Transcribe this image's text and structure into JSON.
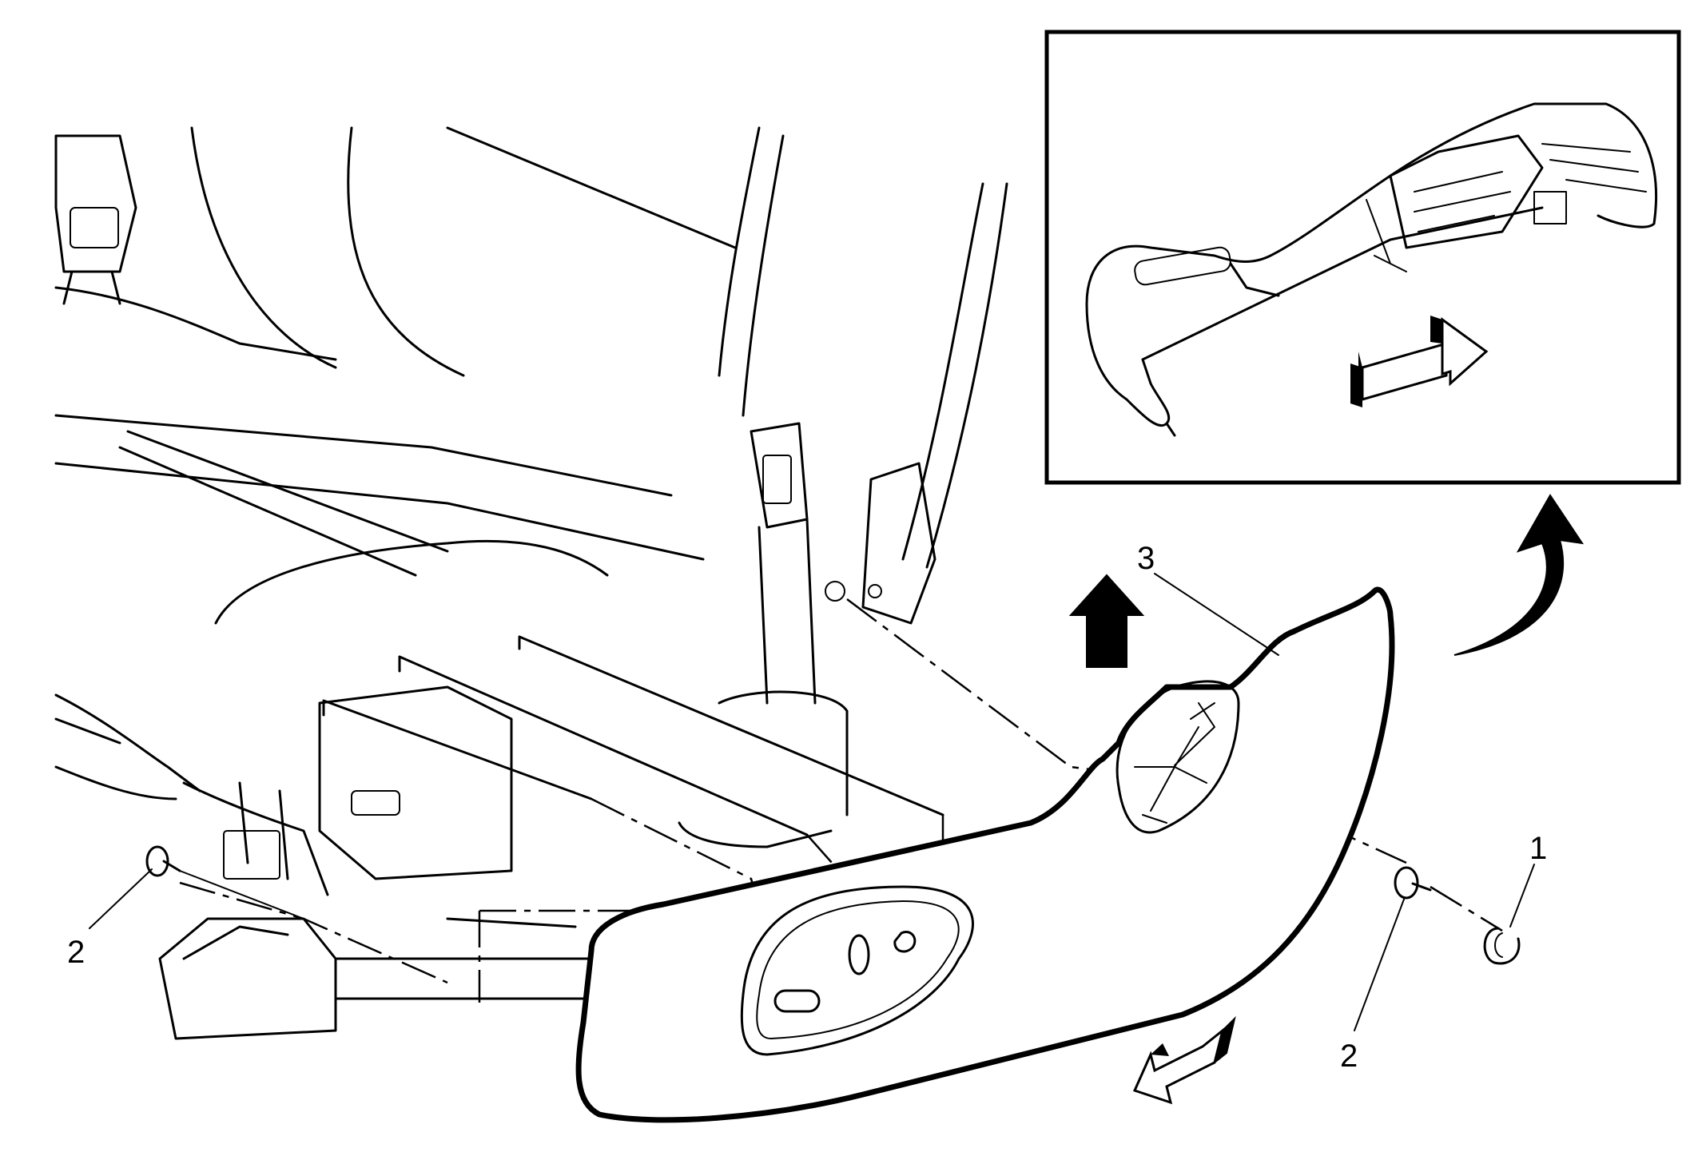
{
  "callouts": {
    "c1": "1",
    "c2_left": "2",
    "c2_right": "2",
    "c3": "3"
  },
  "colors": {
    "line": "#000000",
    "background": "#ffffff",
    "arrow_fill": "#000000"
  },
  "icons": [
    "arrow-up-icon",
    "curved-arrow-up-icon",
    "arrow-down-left-icon",
    "arrow-right-icon"
  ]
}
